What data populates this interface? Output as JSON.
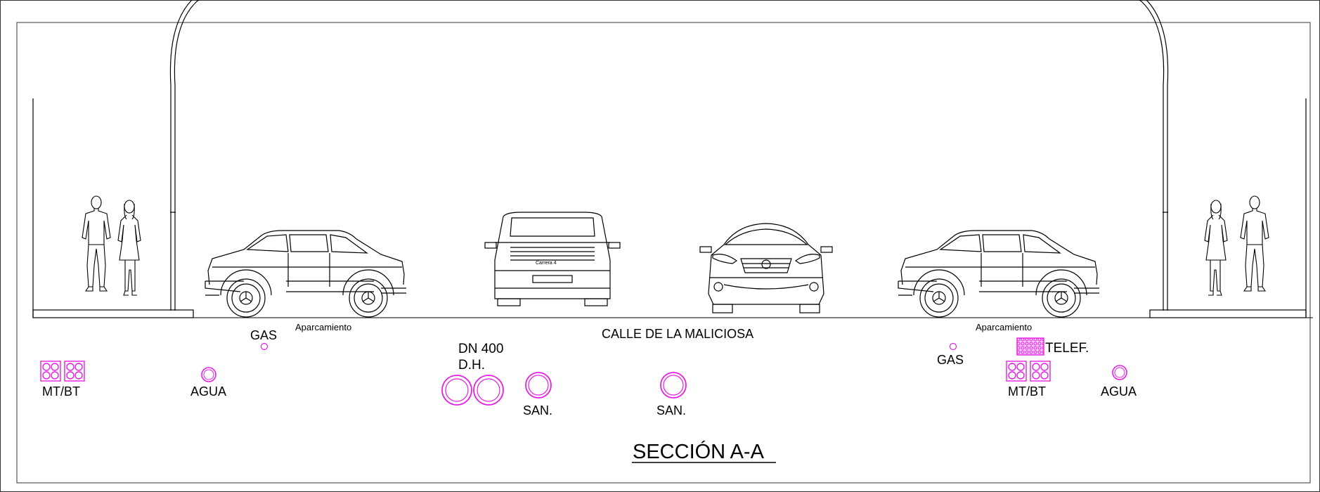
{
  "title": "SECCIÓN A-A",
  "street_name": "CALLE DE LA MALICIOSA",
  "parking_labels": {
    "left": "Aparcamiento",
    "right": "Aparcamiento"
  },
  "car_plate_text": "Carrera 4",
  "colors": {
    "utility": "#e61ee6",
    "line": "#000000",
    "frame": "#333333",
    "background": "#ffffff"
  },
  "utilities": {
    "left": {
      "mtbt": "MT/BT",
      "agua": "AGUA",
      "gas": "GAS",
      "dn_size": "DN 400",
      "dn_type": "D.H.",
      "san_1": "SAN.",
      "san_2": "SAN."
    },
    "right": {
      "gas": "GAS",
      "telef": "TELEF.",
      "mtbt": "MT/BT",
      "agua": "AGUA"
    }
  }
}
